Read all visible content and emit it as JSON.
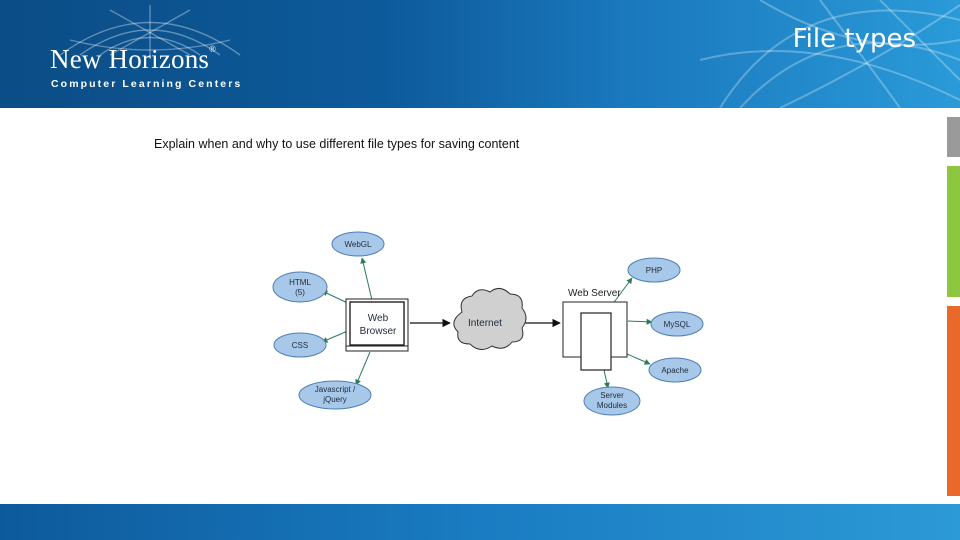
{
  "header": {
    "logo_name": "New Horizons",
    "logo_reg": "®",
    "logo_sub": "Computer Learning Centers",
    "title": "File types"
  },
  "content": {
    "text": "Explain when and why to use different file types for saving content"
  },
  "diagram": {
    "browser_line1": "Web",
    "browser_line2": "Browser",
    "internet": "Internet",
    "server_title": "Web Server",
    "left_nodes": {
      "webgl": "WebGL",
      "html_l1": "HTML",
      "html_l2": "(5)",
      "css": "CSS",
      "js_l1": "Javascript /",
      "js_l2": "jQuery"
    },
    "right_nodes": {
      "php": "PHP",
      "mysql": "MySQL",
      "apache": "Apache",
      "mod_l1": "Server",
      "mod_l2": "Modules"
    }
  },
  "colors": {
    "header_blue": "#0d5a9b",
    "node_fill": "#a8c8ea",
    "arrow": "#2b7a5c",
    "accent_gray": "#9a9a9a",
    "accent_green": "#8dc63f",
    "accent_orange": "#e8692a"
  }
}
